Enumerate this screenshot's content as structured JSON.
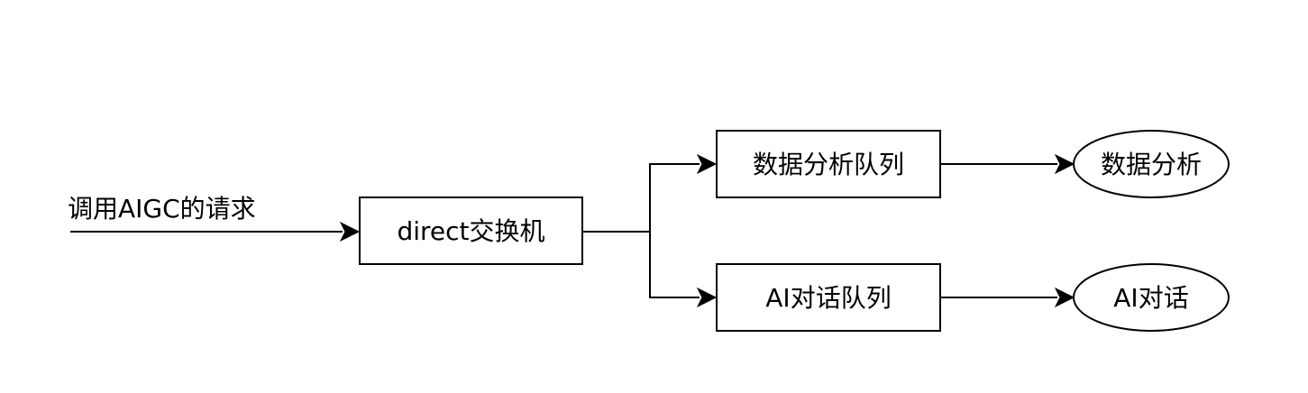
{
  "diagram": {
    "input_label": "调用AIGC的请求",
    "exchange_label": "direct交换机",
    "queue_data_label": "数据分析队列",
    "queue_ai_label": "AI对话队列",
    "consumer_data_label": "数据分析",
    "consumer_ai_label": "AI对话"
  }
}
